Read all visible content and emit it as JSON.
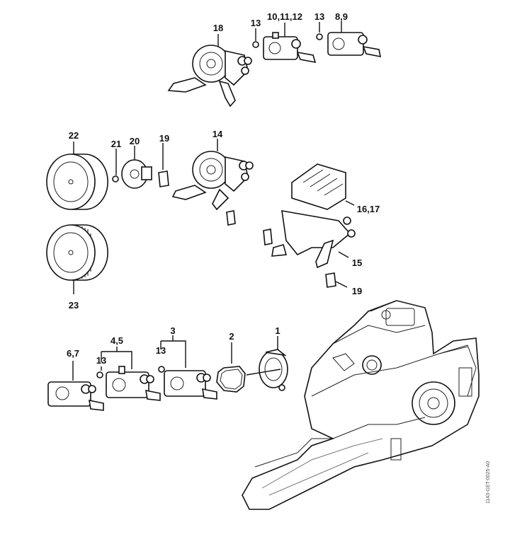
{
  "diagram": {
    "title": "Carburetor / Air Filter Exploded Parts Diagram",
    "document_id": "1143-GET-0025-A0",
    "callouts": [
      {
        "id": "c18",
        "text": "18",
        "part": "carburetor-housing"
      },
      {
        "id": "c13a",
        "text": "13",
        "part": "o-ring"
      },
      {
        "id": "c101112",
        "text": "10,11,12",
        "part": "carburetor"
      },
      {
        "id": "c13b",
        "text": "13",
        "part": "o-ring"
      },
      {
        "id": "c89",
        "text": "8,9",
        "part": "carburetor"
      },
      {
        "id": "c22",
        "text": "22",
        "part": "air-filter"
      },
      {
        "id": "c21",
        "text": "21",
        "part": "nut"
      },
      {
        "id": "c20",
        "text": "20",
        "part": "filter-base"
      },
      {
        "id": "c19a",
        "text": "19",
        "part": "annular-buffer"
      },
      {
        "id": "c14",
        "text": "14",
        "part": "carburetor-housing"
      },
      {
        "id": "c1617",
        "text": "16,17",
        "part": "filter-cover"
      },
      {
        "id": "c15",
        "text": "15",
        "part": "air-filter-housing"
      },
      {
        "id": "c19b",
        "text": "19",
        "part": "annular-buffer"
      },
      {
        "id": "c23",
        "text": "23",
        "part": "air-filter"
      },
      {
        "id": "c67",
        "text": "6,7",
        "part": "carburetor"
      },
      {
        "id": "c45",
        "text": "4,5",
        "part": "carburetor"
      },
      {
        "id": "c13c",
        "text": "13",
        "part": "o-ring"
      },
      {
        "id": "c3",
        "text": "3",
        "part": "carburetor"
      },
      {
        "id": "c13d",
        "text": "13",
        "part": "o-ring"
      },
      {
        "id": "c2",
        "text": "2",
        "part": "gasket"
      },
      {
        "id": "c1",
        "text": "1",
        "part": "manifold"
      }
    ]
  }
}
